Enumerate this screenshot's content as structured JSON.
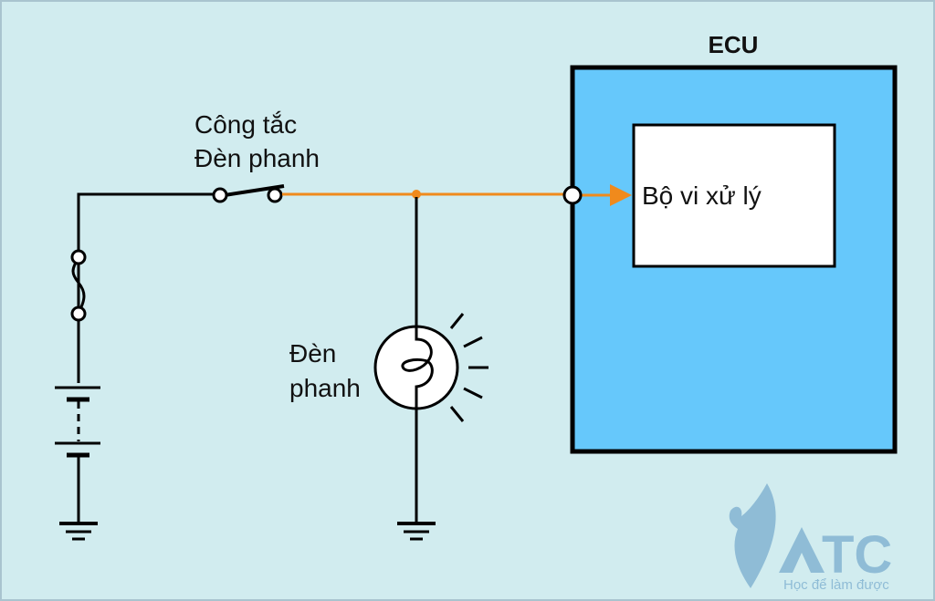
{
  "diagram": {
    "ecu_label": "ECU",
    "processor_label": "Bộ vi xử lý",
    "switch_label_line1": "Công tắc",
    "switch_label_line2": "Đèn phanh",
    "lamp_label_line1": "Đèn",
    "lamp_label_line2": "phanh"
  },
  "logo": {
    "name": "ATC",
    "tagline": "Học để làm được"
  },
  "colors": {
    "background": "#d1ecef",
    "ecu_fill": "#66c8fb",
    "signal_wire": "#f08a1c",
    "logo": "#8fbcd6"
  }
}
